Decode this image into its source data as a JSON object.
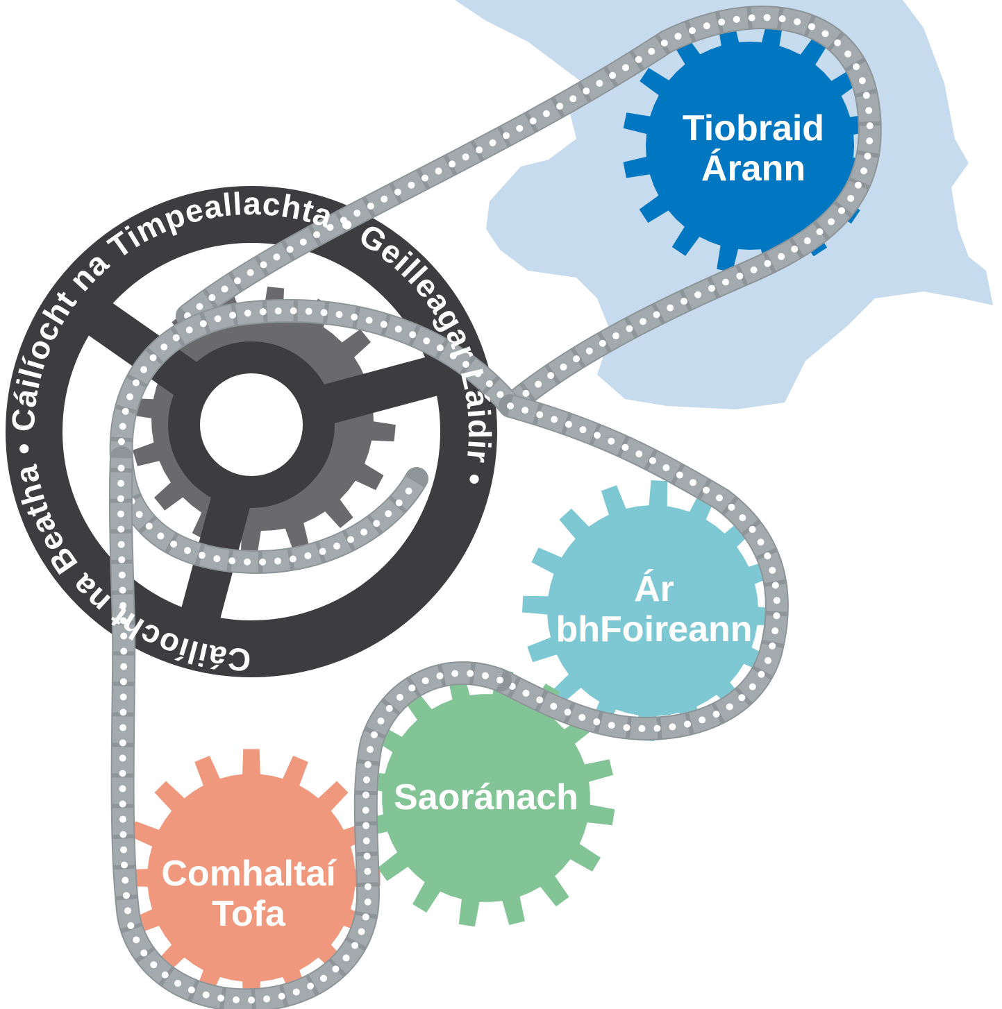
{
  "colors": {
    "map": "#c6dbee",
    "chain_plate": "#a3aaae",
    "chain_pin": "#ffffff",
    "chain_shadow": "#8e9599",
    "wheel": "#3d3d40",
    "inner_gear": "#6a6a6d",
    "tipperary": "#0077c0",
    "staff": "#7ec8d4",
    "citizen": "#82c496",
    "members": "#f0987e"
  },
  "gears": {
    "tipperary": {
      "line1": "Tiobraid",
      "line2": "Árann"
    },
    "staff": {
      "line1": "Ár",
      "line2": "bhFoireann"
    },
    "citizen": {
      "line1": "Saoránach"
    },
    "members": {
      "line1": "Comhaltaí",
      "line2": "Tofa"
    }
  },
  "ring": {
    "text": "Cáilíocht na Beatha • Cáilíocht na Timpeallachta • Geilleagar Láidir •"
  }
}
